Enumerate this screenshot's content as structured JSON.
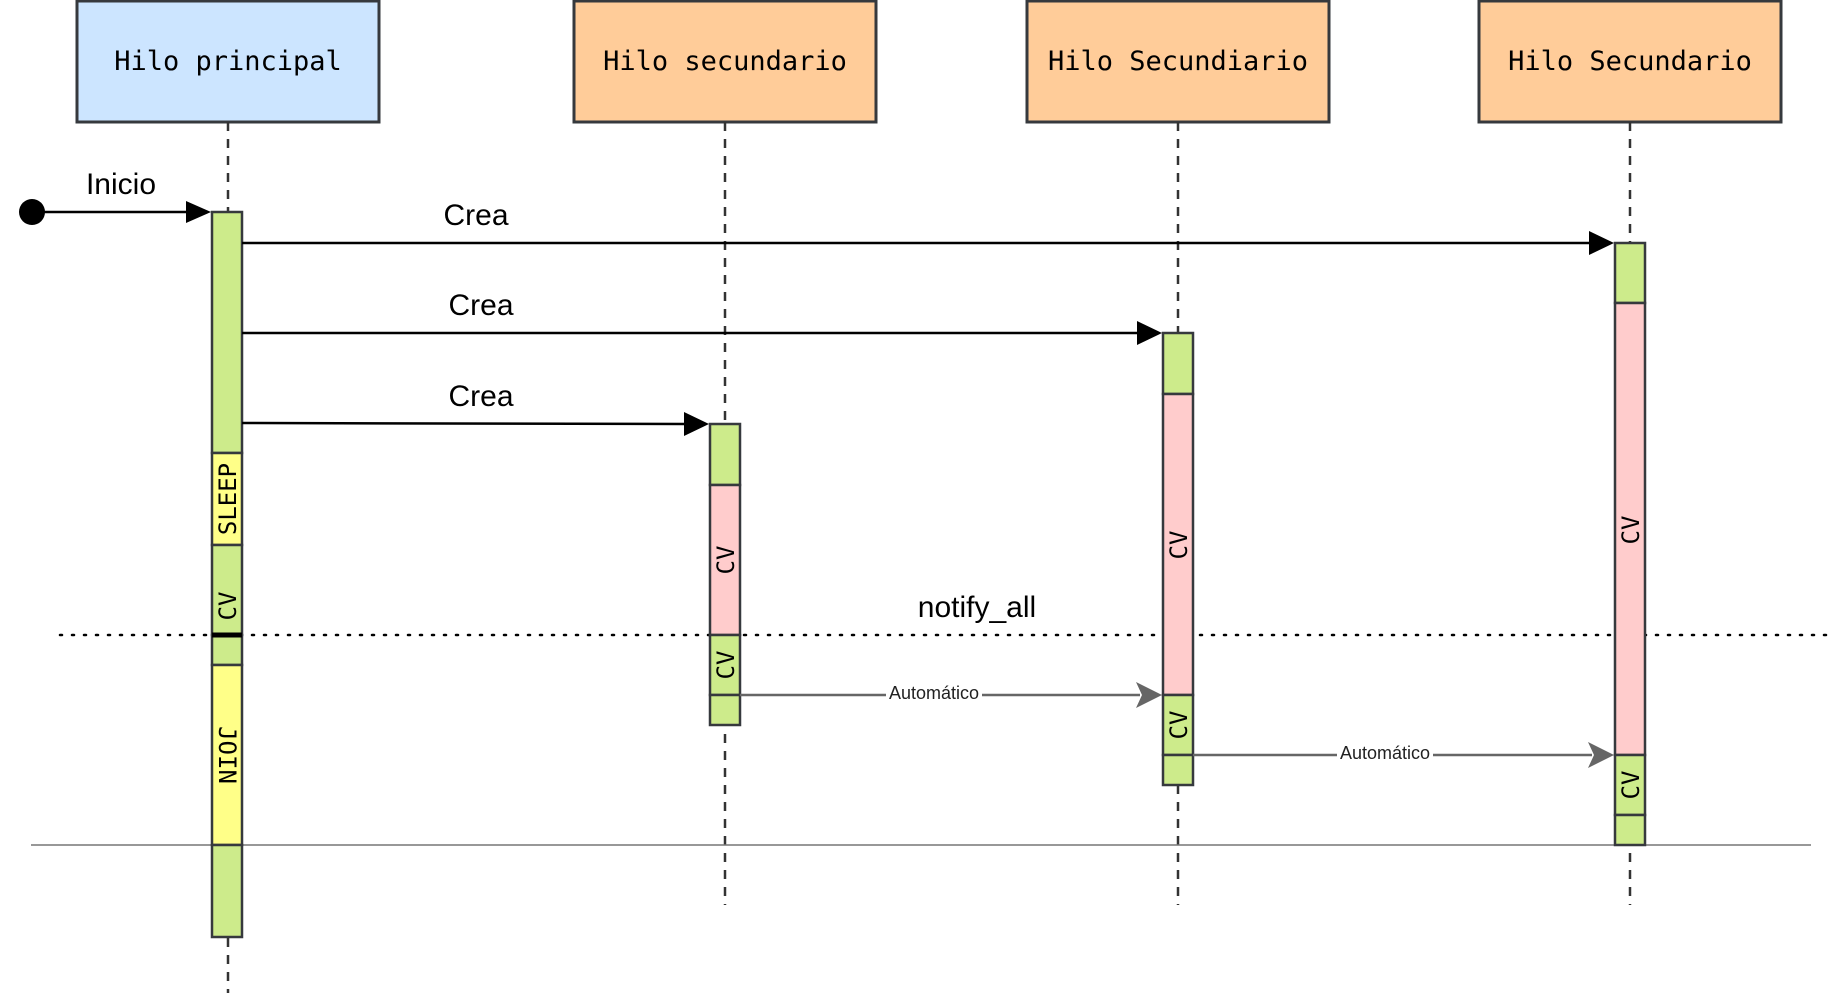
{
  "lifelines": [
    {
      "title": "Hilo principal"
    },
    {
      "title": "Hilo secundario"
    },
    {
      "title": "Hilo Secundiario"
    },
    {
      "title": "Hilo Secundario"
    }
  ],
  "messages": {
    "start": "Inicio",
    "create_1": "Crea",
    "create_2": "Crea",
    "create_3": "Crea",
    "notify": "notify_all",
    "auto_1": "Automático",
    "auto_2": "Automático"
  },
  "segments": {
    "main_sleep": "SLEEP",
    "main_cv": "CV",
    "main_join": "JOIN",
    "t1_cv_wait": "CV",
    "t1_cv_run": "CV",
    "t2_cv_wait": "CV",
    "t2_cv_run": "CV",
    "t3_cv_wait": "CV",
    "t3_cv_run": "CV"
  },
  "colors": {
    "main_header": "#cce5ff",
    "thread_header": "#ffcc99",
    "active": "#cdeb8b",
    "waiting": "#ffcccc",
    "blocked": "#ffff88",
    "border": "#36393d"
  }
}
